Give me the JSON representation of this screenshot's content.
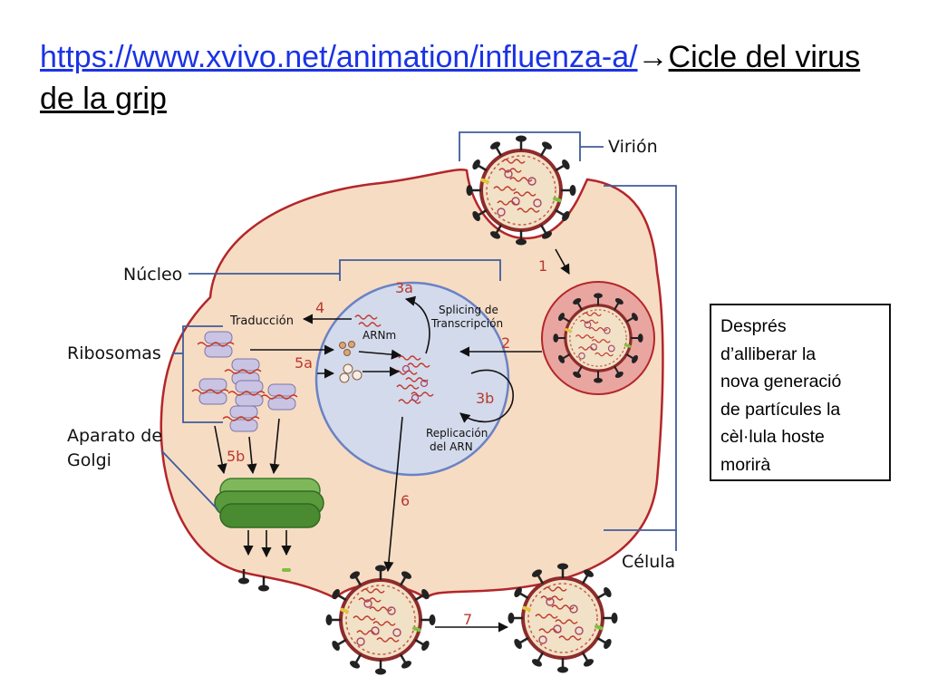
{
  "header": {
    "link_text": "https://www.xvivo.net/animation/influenza-a/",
    "arrow": "→",
    "title_line1": "Cicle del virus",
    "title_line2": "de la grip"
  },
  "note": {
    "lines": [
      "Després",
      "d’alliberar la",
      "nova generació",
      "de partícules la",
      "cèl·lula hoste",
      "morirà"
    ]
  },
  "diagram": {
    "labels": {
      "virion": "Virión",
      "nucleo": "Núcleo",
      "ribosomas": "Ribosomas",
      "golgi_1": "Aparato de",
      "golgi_2": "Golgi",
      "celula": "Célula",
      "traduccion": "Traducción",
      "arnm": "ARNm",
      "splicing_1": "Splicing de",
      "splicing_2": "Transcripción",
      "replicacion_1": "Replicación",
      "replicacion_2": "del ARN"
    },
    "steps": {
      "s1": "1",
      "s2": "2",
      "s3a": "3a",
      "s3b": "3b",
      "s4": "4",
      "s5a": "5a",
      "s5b": "5b",
      "s6": "6",
      "s7": "7"
    },
    "colors": {
      "cell_fill": "#f7dcc4",
      "cell_stroke": "#b3262a",
      "nucleus_fill": "#d3daeb",
      "nucleus_stroke": "#6b82c4",
      "golgi": "#5a9a3c",
      "ribosome": "#c9c3e4",
      "bracket": "#3f5d9a",
      "step_number": "#b83a2e"
    },
    "icons": [
      "virus-icon",
      "ribosome-icon",
      "golgi-icon",
      "rna-icon"
    ]
  }
}
